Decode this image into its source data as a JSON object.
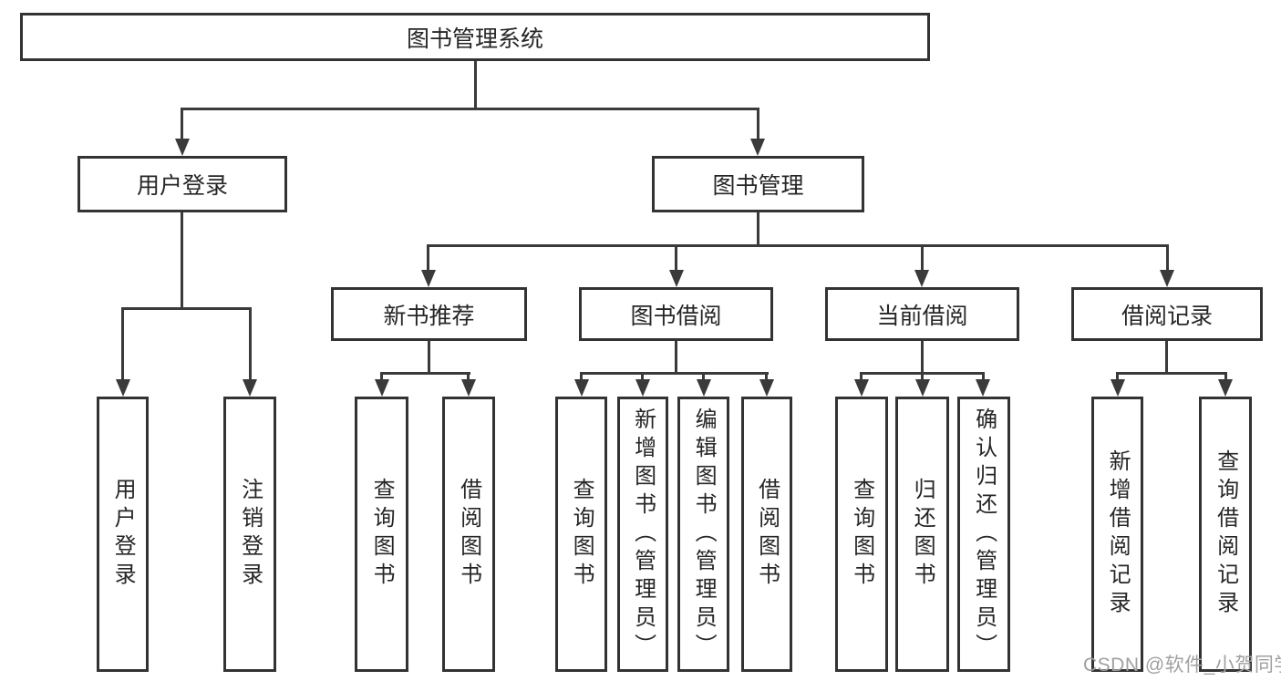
{
  "tree": {
    "label": "图书管理系统",
    "children": [
      {
        "label": "用户登录",
        "children": [
          {
            "label": "用户登录"
          },
          {
            "label": "注销登录"
          }
        ]
      },
      {
        "label": "图书管理",
        "children": [
          {
            "label": "新书推荐",
            "children": [
              {
                "label": "查询图书"
              },
              {
                "label": "借阅图书"
              }
            ]
          },
          {
            "label": "图书借阅",
            "children": [
              {
                "label": "查询图书"
              },
              {
                "label": "新增图书（管理员）"
              },
              {
                "label": "编辑图书（管理员）"
              },
              {
                "label": "借阅图书"
              }
            ]
          },
          {
            "label": "当前借阅",
            "children": [
              {
                "label": "查询图书"
              },
              {
                "label": "归还图书"
              },
              {
                "label": "确认归还（管理员）"
              }
            ]
          },
          {
            "label": "借阅记录",
            "children": [
              {
                "label": "新增借阅记录"
              },
              {
                "label": "查询借阅记录"
              }
            ]
          }
        ]
      }
    ]
  },
  "watermark": "CSDN @软件_小贺同学",
  "colors": {
    "line": "#3a3a3a",
    "box_border": "#333333",
    "text": "#262626",
    "watermark": "#a0a0a0",
    "background": "#ffffff"
  }
}
